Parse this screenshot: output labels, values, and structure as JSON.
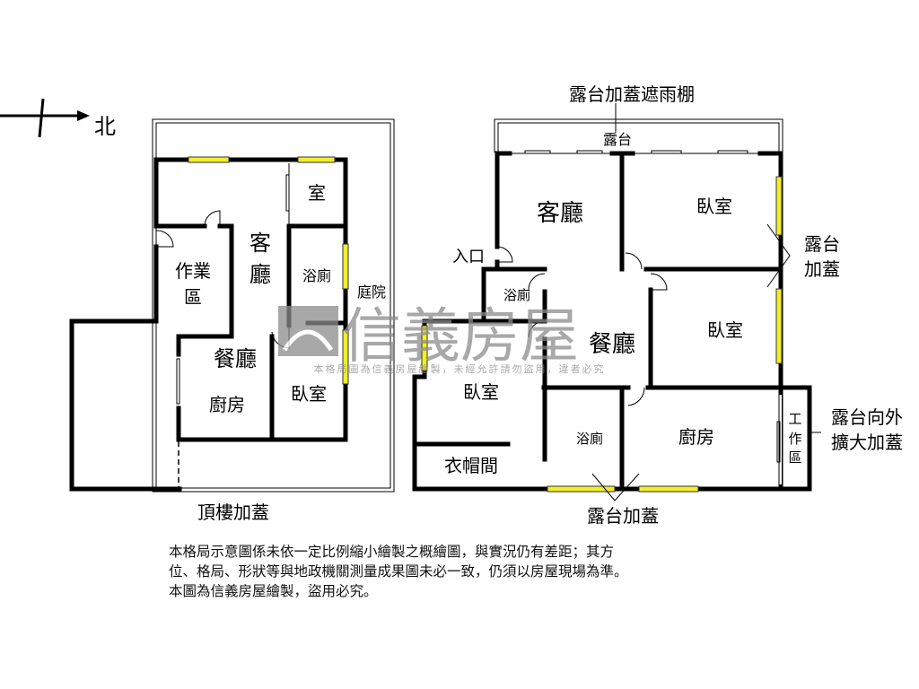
{
  "compass": {
    "north_label": "北"
  },
  "left_plan": {
    "rooms": {
      "room": "室",
      "living_1": "客",
      "living_2": "廳",
      "bath": "浴廁",
      "yard": "庭院",
      "work_1": "作業",
      "work_2": "區",
      "dining": "餐廳",
      "kitchen": "廚房",
      "bedroom": "臥室"
    },
    "caption": "頂樓加蓋"
  },
  "right_plan": {
    "canopy_label": "露台加蓋遮雨棚",
    "balcony": "露台",
    "rooms": {
      "living": "客廳",
      "bedroom_1": "臥室",
      "balcony_ext_1": "露台",
      "balcony_ext_2": "加蓋",
      "entrance": "入口",
      "bath_1": "浴廁",
      "dining": "餐廳",
      "bedroom_2": "臥室",
      "bedroom_3": "臥室",
      "balcony_out_1": "露台向外",
      "balcony_out_2": "擴大加蓋",
      "work_1": "工",
      "work_2": "作",
      "work_3": "區",
      "bath_2": "浴廁",
      "kitchen": "廚房",
      "closet": "衣帽間"
    },
    "bottom_label": "露台加蓋"
  },
  "watermark": {
    "brand": "信義房屋",
    "notice": "本格局圖為信義房屋繪製，未經允許請勿盜用，違者必究"
  },
  "disclaimer": {
    "line1": "本格局示意圖係未依一定比例縮小繪製之概繪圖，與實況仍有差距；其方",
    "line2": "位、格局、形狀等與地政機關測量成果圖未必一致，仍須以房屋現場為準。",
    "line3": "本圖為信義房屋繪製，盜用必究。"
  },
  "colors": {
    "window": "#f2ee2a",
    "wall": "#000000",
    "watermark": "#8c8c8c"
  }
}
